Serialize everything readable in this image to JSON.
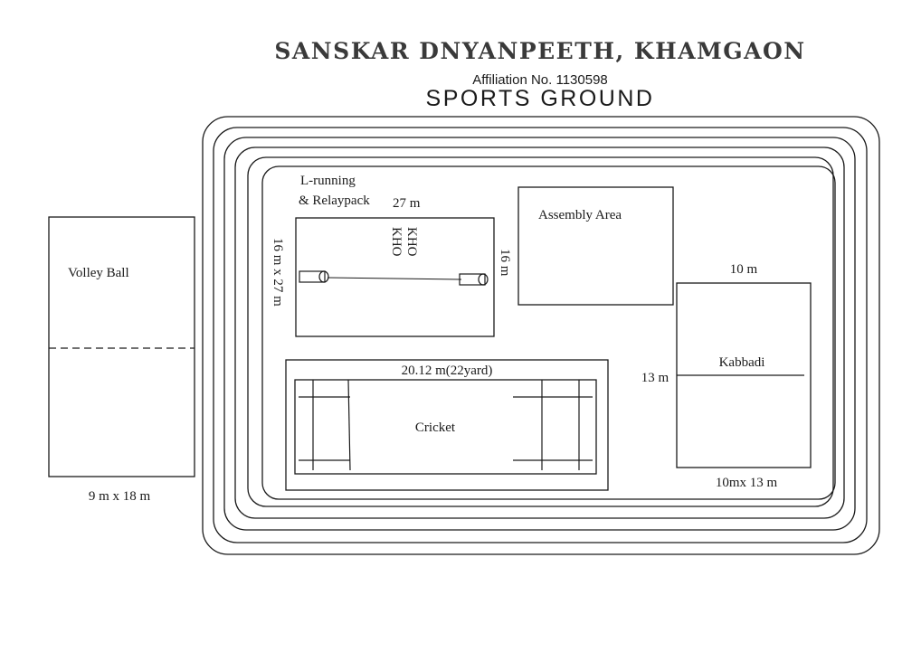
{
  "header": {
    "school_name": "SANSKAR DNYANPEETH, KHAMGAON",
    "affiliation": "Affiliation No. 1130598",
    "ground_title": "SPORTS GROUND"
  },
  "volleyball": {
    "label": "Volley Ball",
    "dimensions": "9 m x 18 m"
  },
  "kho_kho": {
    "heading_line1": "L-running",
    "heading_line2": "& Relaypack",
    "top_dimension": "27 m",
    "name": "KHO KHO",
    "name_line1": "KHO",
    "name_line2": "KHO",
    "left_dimension": "16 m x 27 m",
    "right_dimension": "16 m"
  },
  "assembly": {
    "label": "Assembly Area"
  },
  "cricket": {
    "label": "Cricket",
    "dimension": "20.12 m(22yard)"
  },
  "kabbadi": {
    "label": "Kabbadi",
    "top_dimension": "10 m",
    "side_dimension": "13 m",
    "bottom_dimension": "10mx 13 m"
  },
  "colors": {
    "ink": "#1a1a1a",
    "title_ink": "#3a3a3a",
    "background": "#ffffff"
  }
}
